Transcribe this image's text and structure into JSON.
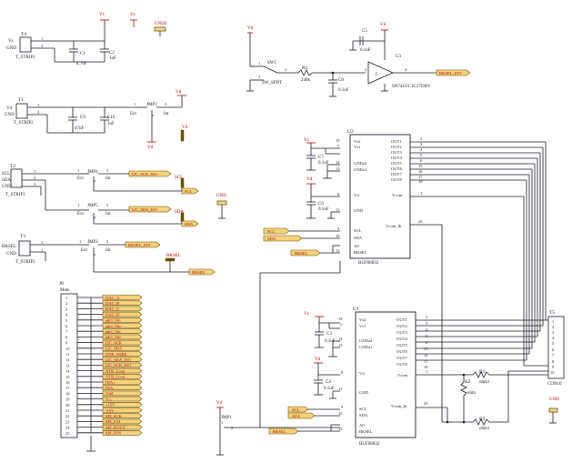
{
  "power": {
    "vs": "Vs",
    "vd": "Vd",
    "gnd": "GND",
    "gnd2": "GND2"
  },
  "t4": {
    "ref": "T4",
    "pin1": "Vs",
    "pin2": "GND",
    "name": "T_STRIP2",
    "n1": "1",
    "n2": "2"
  },
  "c1": {
    "ref": "C1",
    "value": "4.7uF"
  },
  "c2": {
    "ref": "C2",
    "value": "1uF"
  },
  "t1": {
    "ref": "T1",
    "pin1": "Vd",
    "pin2": "GND",
    "name": "T_STRIP2",
    "n1": "1",
    "n2": "2"
  },
  "c9": {
    "ref": "C9",
    "value": "47uF"
  },
  "c10": {
    "ref": "C10",
    "value": "1uF"
  },
  "jmp3": {
    "ref": "JMP3",
    "ext": "Ext",
    "int": "Int",
    "n1": "1",
    "n3": "3"
  },
  "t2": {
    "ref": "T2",
    "pins": [
      "SCL",
      "SDA",
      "GND"
    ],
    "nums": [
      "1",
      "2",
      "3"
    ],
    "name": "T_STRIP3"
  },
  "jmp4": {
    "ref": "JMP4",
    "ext": "Ext",
    "int": "Int",
    "n1": "1",
    "n3": "3"
  },
  "jmp5": {
    "ref": "JMP5",
    "ext": "Ext",
    "int": "Int",
    "n1": "1",
    "n3": "3"
  },
  "t3": {
    "ref": "T3",
    "pin1": "BKSEL",
    "pin2": "GND",
    "name": "T_STRIP2",
    "n1": "1",
    "n2": "2"
  },
  "jmp2": {
    "ref": "JMP2",
    "ext": "Ext",
    "int": "Int",
    "n1": "1",
    "n3": "3"
  },
  "nets": {
    "i2c_sck_iso": "I2C_SCK_ISO",
    "i2c_sda_iso": "I2C_SDA_ISO",
    "scl": "SCL",
    "sda": "SDA",
    "bksel": "BKSEL",
    "bksel_int": "BKSEL_INT"
  },
  "sw1": {
    "ref": "SW1",
    "name": "SW_SPDT",
    "n1": "1",
    "n2": "2",
    "n3": "3"
  },
  "r4": {
    "ref": "R4",
    "value": "240k"
  },
  "c8": {
    "ref": "C8",
    "value": "0.1uF"
  },
  "c5": {
    "ref": "C5",
    "value": "0.1uF"
  },
  "u3": {
    "ref": "U3",
    "name": "SN74LVC1G17DBV",
    "n2": "2",
    "n4": "4"
  },
  "u2": {
    "ref": "U2",
    "name": "BUF08832",
    "left": [
      {
        "num": "19",
        "label": "Vs2"
      },
      {
        "num": "7",
        "label": "Vs1"
      },
      {
        "num": "14",
        "label": "GNDa2"
      },
      {
        "num": "13",
        "label": "GNDa1"
      },
      {
        "num": "8",
        "label": "Vd"
      },
      {
        "num": "11",
        "label": "GND"
      },
      {
        "num": "9",
        "label": "SCL"
      },
      {
        "num": "10",
        "label": "SDA"
      },
      {
        "num": "12",
        "label": "A0"
      },
      {
        "num": "",
        "label": "BKSEL"
      }
    ],
    "right": [
      {
        "num": "2",
        "label": "OUT1"
      },
      {
        "num": "3",
        "label": "OUT2"
      },
      {
        "num": "4",
        "label": "OUT3"
      },
      {
        "num": "5",
        "label": "OUT4"
      },
      {
        "num": "6",
        "label": "OUT5"
      },
      {
        "num": "15",
        "label": "OUT6"
      },
      {
        "num": "16",
        "label": "OUT7"
      },
      {
        "num": "17",
        "label": "OUT8"
      },
      {
        "num": "18",
        "label": ""
      },
      {
        "num": "1",
        "label": "Vcom"
      },
      {
        "num": "20",
        "label": "Vcom_fb"
      }
    ]
  },
  "u1": {
    "ref": "U1",
    "name": "BUF08832",
    "left": [
      {
        "num": "19",
        "label": "Vs2"
      },
      {
        "num": "7",
        "label": "Vs1"
      },
      {
        "num": "14",
        "label": "GNDa2"
      },
      {
        "num": "13",
        "label": "GNDa1"
      },
      {
        "num": "8",
        "label": "Vd"
      },
      {
        "num": "11",
        "label": "GND"
      },
      {
        "num": "9",
        "label": "SCL"
      },
      {
        "num": "10",
        "label": "SDA"
      },
      {
        "num": "12",
        "label": "A0"
      },
      {
        "num": "",
        "label": "BKSEL"
      }
    ],
    "right": [
      {
        "num": "2",
        "label": "OUT1"
      },
      {
        "num": "3",
        "label": "OUT2"
      },
      {
        "num": "4",
        "label": "OUT3"
      },
      {
        "num": "5",
        "label": "OUT4"
      },
      {
        "num": "6",
        "label": "OUT5"
      },
      {
        "num": "15",
        "label": "OUT6"
      },
      {
        "num": "16",
        "label": "OUT7"
      },
      {
        "num": "17",
        "label": "OUT8"
      },
      {
        "num": "18",
        "label": ""
      },
      {
        "num": "1",
        "label": "Vcom"
      },
      {
        "num": "20",
        "label": "Vcom_fb"
      }
    ]
  },
  "c7": {
    "ref": "C7",
    "value": "0.1uF"
  },
  "c6": {
    "ref": "C6",
    "value": "0.1uF"
  },
  "c3": {
    "ref": "C3",
    "value": "0.1uF"
  },
  "c4": {
    "ref": "C4",
    "value": "0.1uF"
  },
  "t5": {
    "ref": "T5",
    "name": "CON10",
    "nums": [
      "1",
      "2",
      "3",
      "4",
      "5",
      "6",
      "7",
      "8",
      "9",
      "10"
    ]
  },
  "r1": {
    "ref": "R1",
    "value": "ohm1"
  },
  "r2": {
    "ref": "R2",
    "value": "ohm"
  },
  "r3": {
    "ref": "R3",
    "value": "ohm1"
  },
  "jmp1": {
    "ref": "JMP1",
    "n1": "1",
    "n2": "2"
  },
  "header": {
    "ref": "J8",
    "name": "Male",
    "pins": [
      {
        "num": "1",
        "net": "DAC_A"
      },
      {
        "num": "2",
        "net": "DAC_B"
      },
      {
        "num": "3",
        "net": "DAC_C"
      },
      {
        "num": "4",
        "net": "DAC_D"
      },
      {
        "num": "5",
        "net": "adcl_Vin"
      },
      {
        "num": "6",
        "net": "adcl_Vin-"
      },
      {
        "num": "7",
        "net": "adcl_Vin"
      },
      {
        "num": "8",
        "net": "adcl_Vin-"
      },
      {
        "num": "9",
        "net": "I2C_SCK"
      },
      {
        "num": "10",
        "net": "I2C_SDA"
      },
      {
        "num": "11",
        "net": "ONE_WIRE"
      },
      {
        "num": "12",
        "net": "I2C_SDA_ISO"
      },
      {
        "num": "13",
        "net": "I2C_SCK_ISO"
      },
      {
        "num": "14",
        "net": "XTR_Loop"
      },
      {
        "num": "15",
        "net": "XTR_Loop"
      },
      {
        "num": "16",
        "net": "INA+"
      },
      {
        "num": "17",
        "net": "INA-"
      },
      {
        "num": "18",
        "net": "Vdd"
      },
      {
        "num": "19",
        "net": "Vcc"
      },
      {
        "num": "20",
        "net": "+15V"
      },
      {
        "num": "21",
        "net": "-15V"
      },
      {
        "num": "22",
        "net": "SPI_SCK"
      },
      {
        "num": "23",
        "net": "SPI_CS1"
      },
      {
        "num": "24",
        "net": "SPI_DOUT"
      },
      {
        "num": "25",
        "net": "SPI_DIN"
      }
    ]
  }
}
